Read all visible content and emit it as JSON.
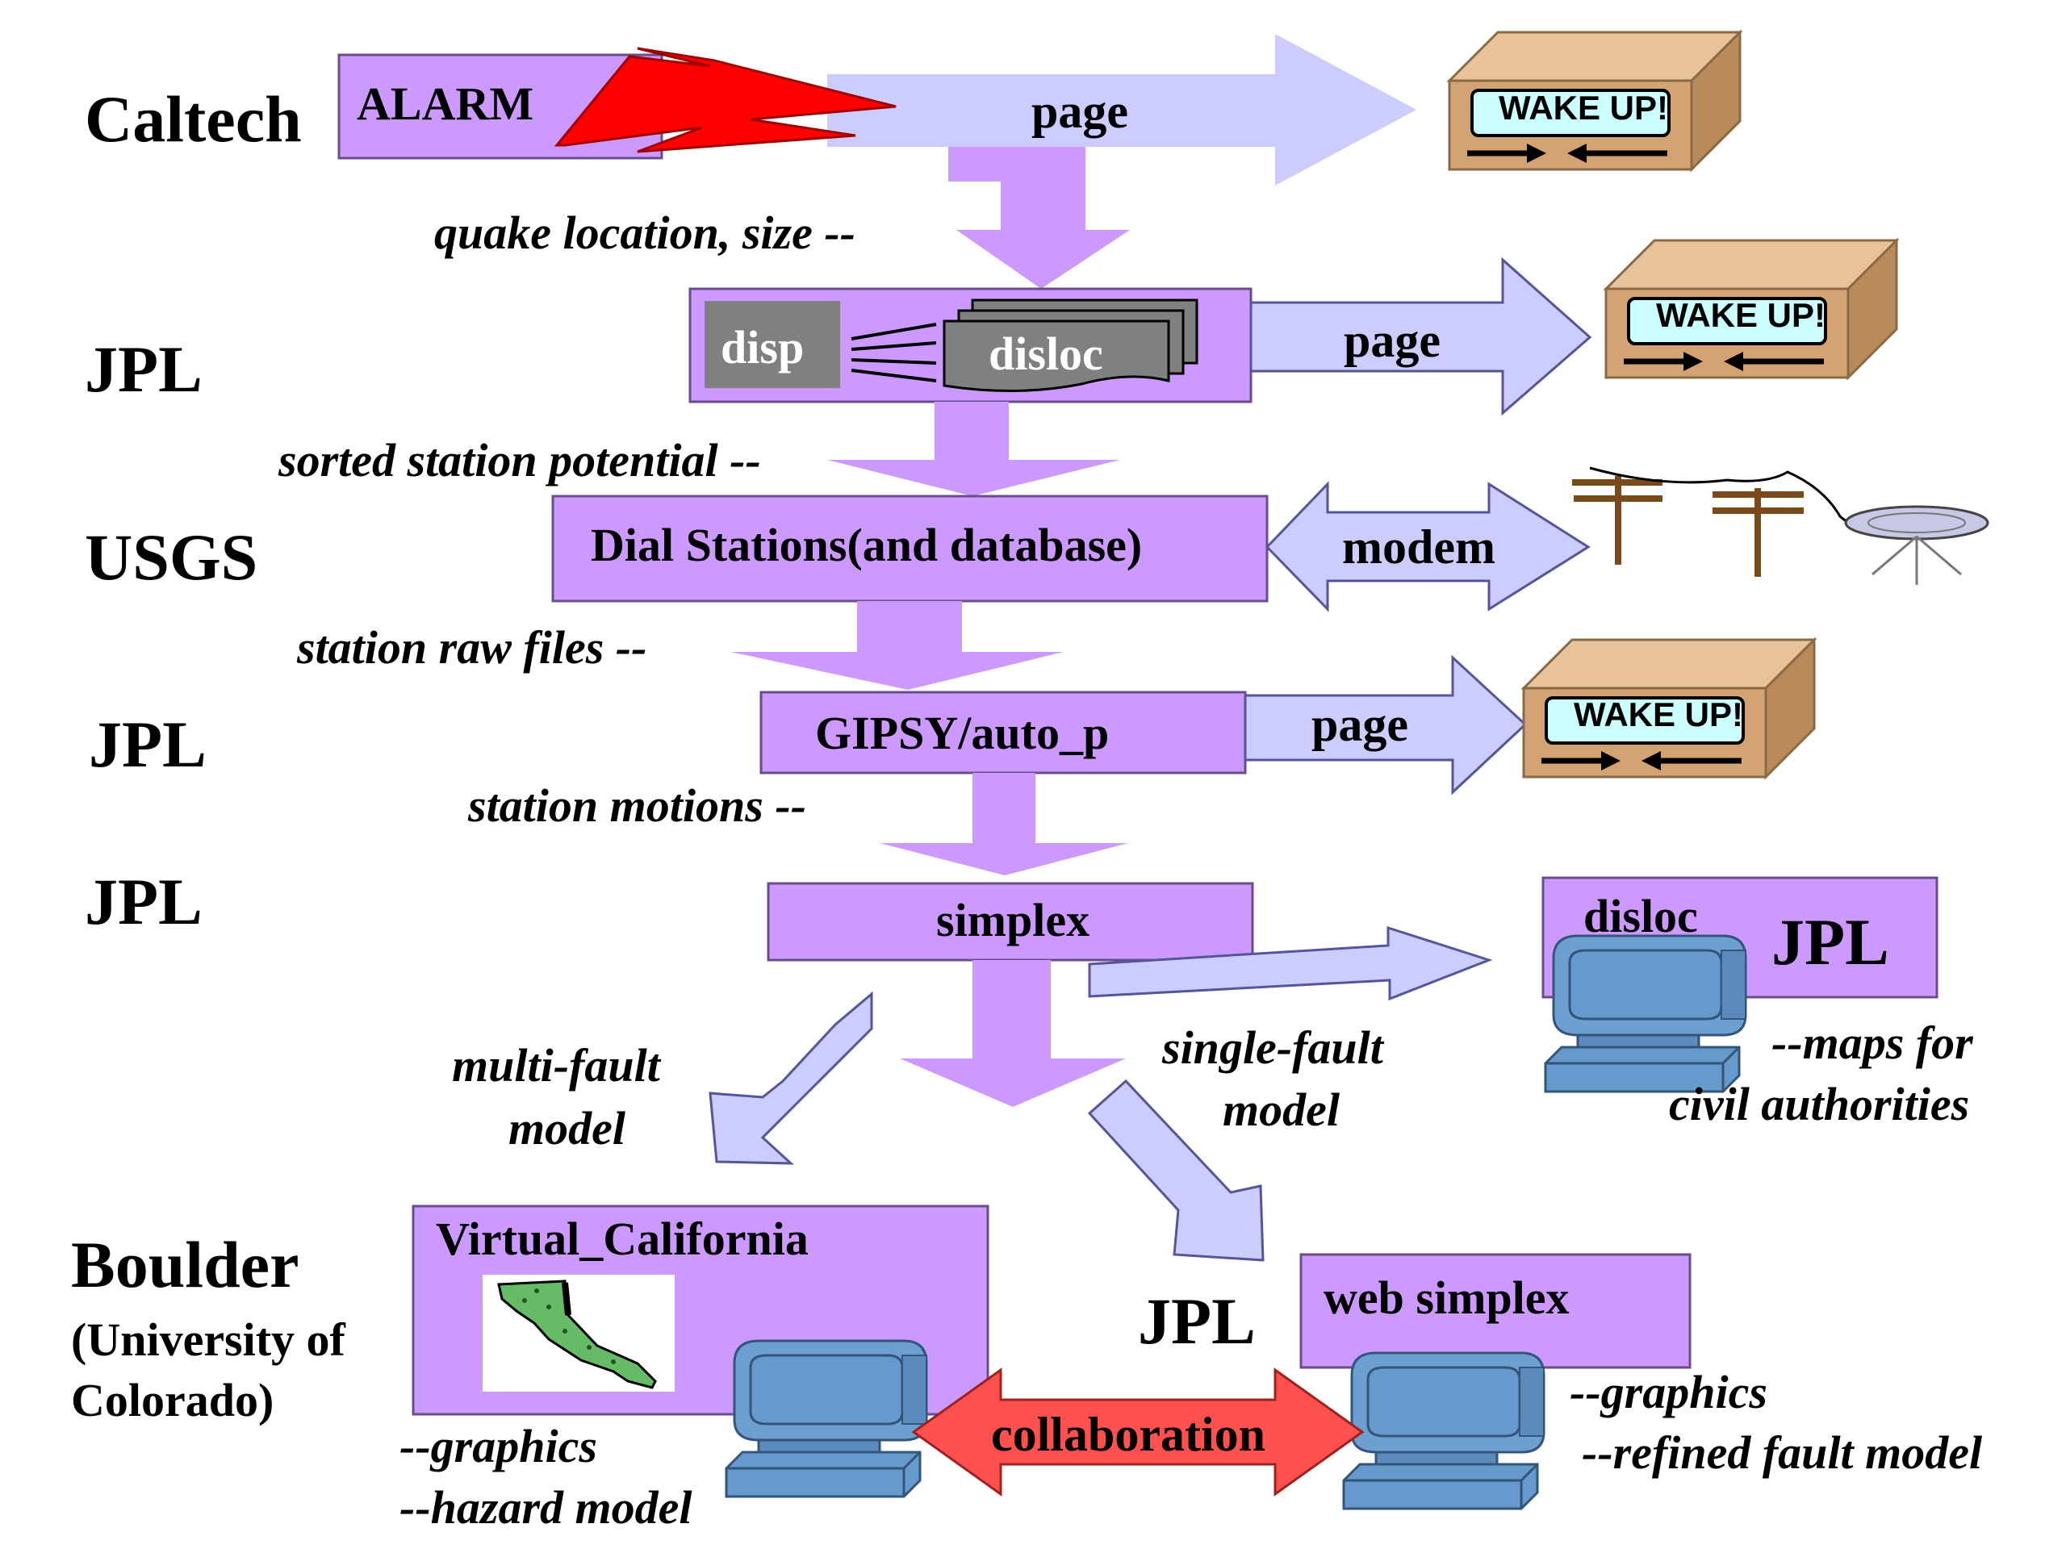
{
  "orgs": {
    "caltech": "Caltech",
    "jpl1": "JPL",
    "usgs": "USGS",
    "jpl2": "JPL",
    "jpl3": "JPL",
    "boulder": "Boulder",
    "boulder_sub1": "(University of",
    "boulder_sub2": "Colorado)",
    "jpl_web": "JPL",
    "jpl_maps": "JPL"
  },
  "processes": {
    "alarm": "ALARM",
    "disp": "disp",
    "disloc": "disloc",
    "dial_stations": "Dial Stations(and database)",
    "gipsy": "GIPSY/auto_p",
    "simplex": "simplex",
    "disloc_maps": "disloc",
    "virtual_california": "Virtual_California",
    "web_simplex": "web simplex"
  },
  "flows": {
    "quake_location": "quake location, size  --",
    "sorted_station": "sorted station potential --",
    "station_raw": "station raw files --",
    "station_motions": "station motions --",
    "multi_fault_1": "multi-fault",
    "multi_fault_2": "model",
    "single_fault_1": "single-fault",
    "single_fault_2": "model",
    "maps_1": "--maps for",
    "maps_2": "civil authorities",
    "vc_graphics": "--graphics",
    "vc_hazard": "--hazard model",
    "web_graphics": "--graphics",
    "web_refined": "--refined fault model"
  },
  "arrows": {
    "page1": "page",
    "page2": "page",
    "page3": "page",
    "modem": "modem",
    "collaboration": "collaboration"
  },
  "pager_text": "WAKE UP!",
  "colors": {
    "process_fill": "#cc99ff",
    "arrow_fill": "#ccccff",
    "alarm_bolt": "#ff0000",
    "collab_fill": "#ff5050",
    "pager_box": "#d4a373",
    "pager_screen": "#ccffff",
    "computer": "#6699cc",
    "disp_box": "#808080"
  }
}
